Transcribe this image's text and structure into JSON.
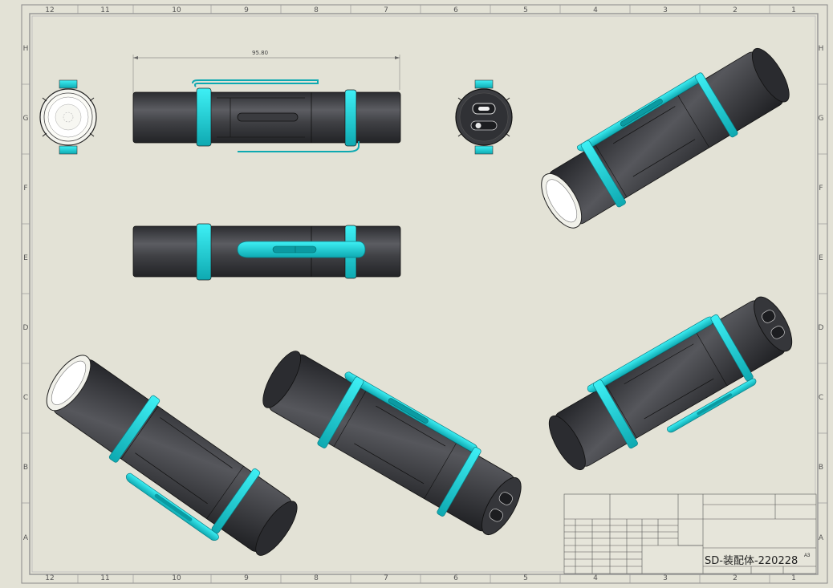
{
  "colors": {
    "background": "#e3e2d6",
    "border": "#888888",
    "body": "#3f4044",
    "body_dark": "#2b2c30",
    "body_light": "#66676b",
    "clip": "#1fd8e0",
    "clip_dark": "#0ea9b1",
    "lens": "#f2f2ea"
  },
  "zones": {
    "columns": [
      "12",
      "11",
      "10",
      "9",
      "8",
      "7",
      "6",
      "5",
      "4",
      "3",
      "2",
      "1"
    ],
    "rows": [
      "H",
      "G",
      "F",
      "E",
      "D",
      "C",
      "B",
      "A"
    ]
  },
  "dimension": {
    "overall_length": "95.80"
  },
  "title_block": {
    "drawing_number": "SD-装配体-220228",
    "sheet_size": "A3"
  }
}
